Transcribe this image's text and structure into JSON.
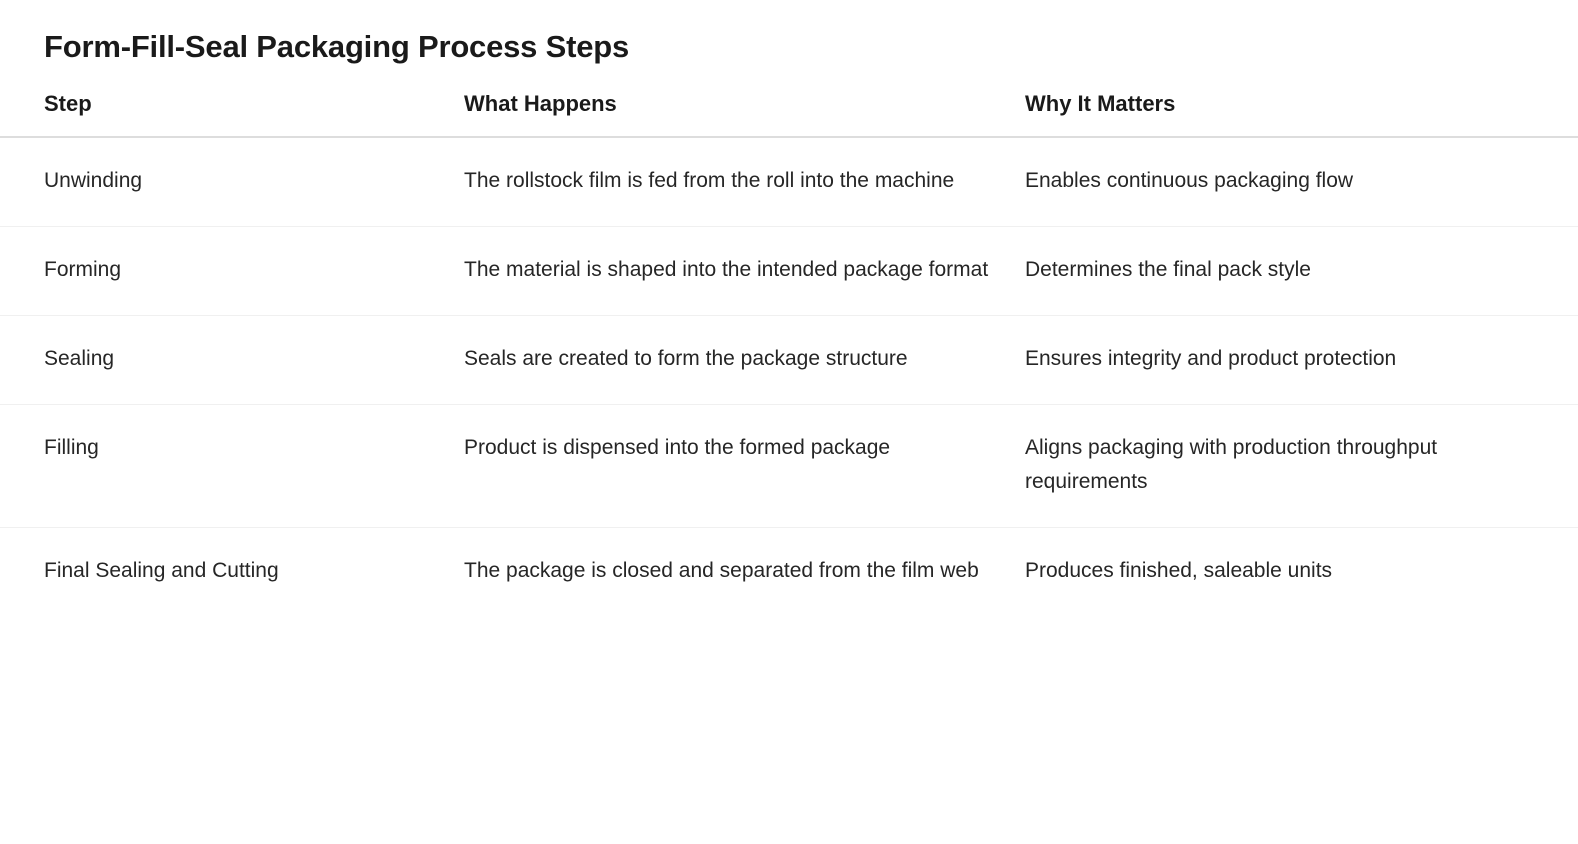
{
  "page": {
    "title": "Form-Fill-Seal Packaging Process Steps",
    "background_color": "#ffffff",
    "title_color": "#1a1a1a",
    "body_text_color": "#262626",
    "header_rule_color": "#dddddd",
    "row_rule_color": "#f0f0f0"
  },
  "table": {
    "columns": [
      {
        "label": "Step"
      },
      {
        "label": "What Happens"
      },
      {
        "label": "Why It Matters"
      }
    ],
    "rows": [
      {
        "step": "Unwinding",
        "what_happens": "The rollstock film is fed from the roll into the machine",
        "why_it_matters": "Enables continuous packaging flow"
      },
      {
        "step": "Forming",
        "what_happens": "The material is shaped into the intended package format",
        "why_it_matters": "Determines the final pack style"
      },
      {
        "step": "Sealing",
        "what_happens": "Seals are created to form the package structure",
        "why_it_matters": "Ensures integrity and product protection"
      },
      {
        "step": "Filling",
        "what_happens": "Product is dispensed into the formed package",
        "why_it_matters": "Aligns packaging with production throughput requirements"
      },
      {
        "step": "Final Sealing and Cutting",
        "what_happens": "The package is closed and separated from the film web",
        "why_it_matters": "Produces finished, saleable units"
      }
    ]
  }
}
